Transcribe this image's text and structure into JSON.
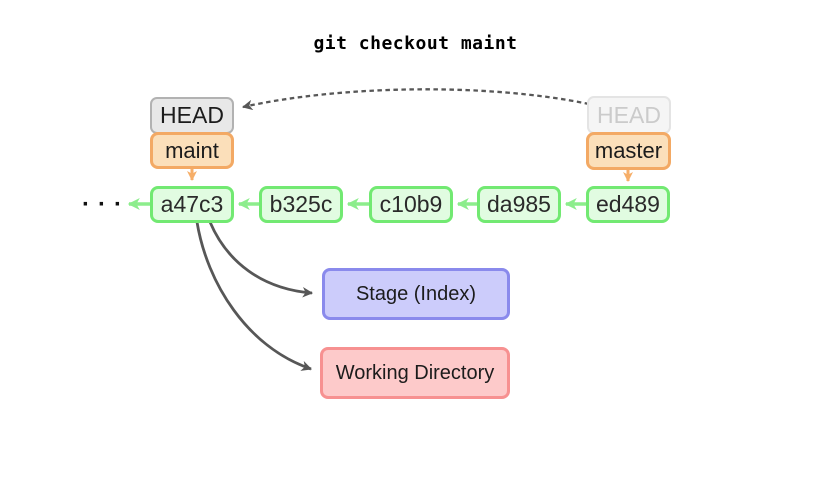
{
  "title": "git checkout maint",
  "head": {
    "current": {
      "label": "HEAD"
    },
    "previous": {
      "label": "HEAD"
    }
  },
  "branches": {
    "maint": "maint",
    "master": "master"
  },
  "commits": [
    "a47c3",
    "b325c",
    "c10b9",
    "da985",
    "ed489"
  ],
  "history_ellipsis": "···",
  "areas": {
    "stage": "Stage (Index)",
    "working_directory": "Working Directory"
  },
  "colors": {
    "commit_fill": "#e1fce1",
    "commit_border": "#72e972",
    "commit_arrow": "#8ced8c",
    "branch_fill": "#fbdfba",
    "branch_border": "#f3a964",
    "branch_arrow": "#f6ae68",
    "head_fill": "#e8e8e8",
    "head_border": "#b2b2b2",
    "head_ghost_fill": "#f5f5f5",
    "head_ghost_border": "#e4e4e4",
    "head_ghost_text": "#cbcbcb",
    "stage_fill": "#ccccfb",
    "stage_border": "#8a8aec",
    "working_fill": "#fdcaca",
    "working_border": "#f79191",
    "dark_arrow": "#575757"
  }
}
